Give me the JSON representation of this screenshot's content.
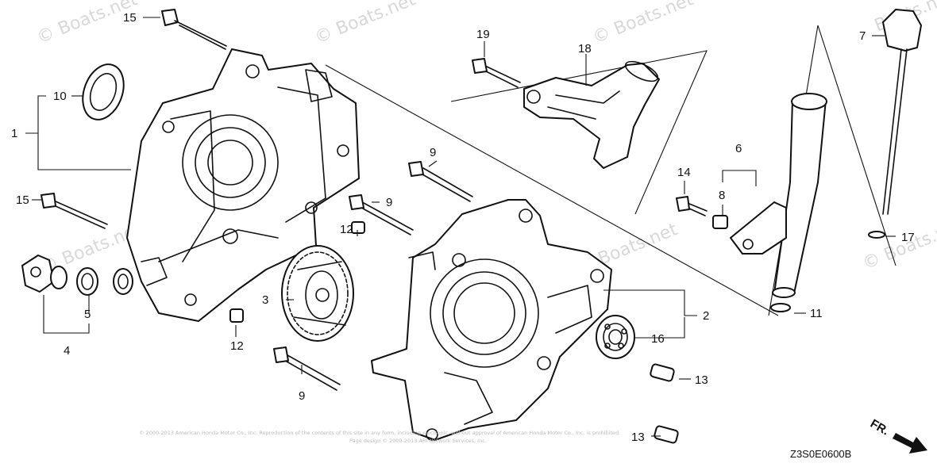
{
  "watermark": {
    "text_full": "© Boats.net",
    "text_partial": "Boats.ne"
  },
  "copyright": {
    "line1": "© 2000-2013 American Honda Motor Co., Inc. Reproduction of the contents of this site in any form, including electronic, without approval of American Honda Motor Co., Inc. is prohibited.",
    "line2": "Page design © 2000-2013 ARI Network Services, Inc."
  },
  "callouts": {
    "c1": "1",
    "c2": "2",
    "c3": "3",
    "c4": "4",
    "c5": "5",
    "c6": "6",
    "c7": "7",
    "c8": "8",
    "c9a": "9",
    "c9b": "9",
    "c9c": "9",
    "c10": "10",
    "c11": "11",
    "c12a": "12",
    "c12b": "12",
    "c13a": "13",
    "c13b": "13",
    "c14": "14",
    "c15a": "15",
    "c15b": "15",
    "c16": "16",
    "c17": "17",
    "c18": "18",
    "c19": "19"
  },
  "diagram_code": "Z3S0E0600B",
  "direction_label": "FR."
}
